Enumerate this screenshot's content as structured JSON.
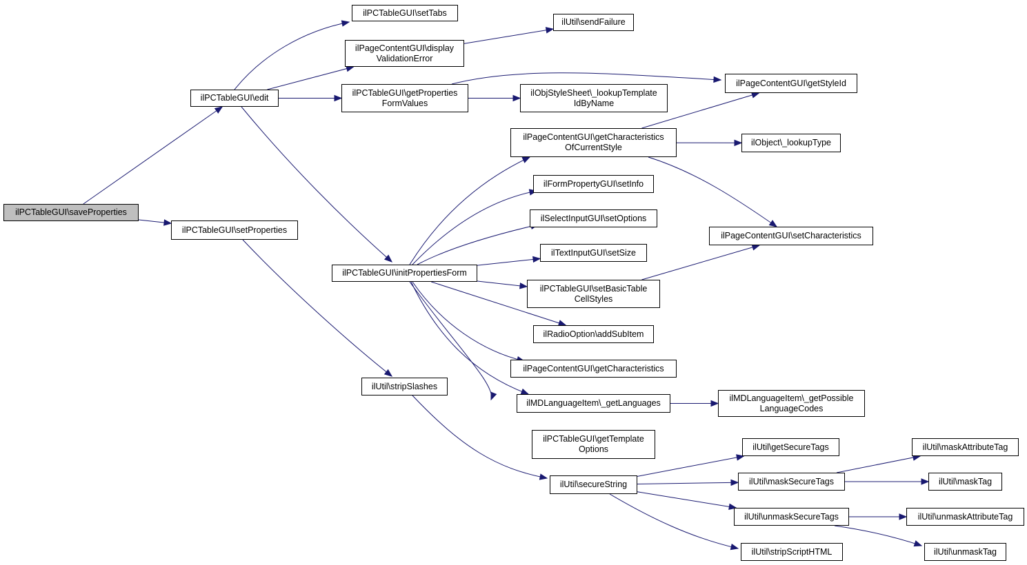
{
  "diagram": {
    "type": "call-graph",
    "colors": {
      "edge": "#191970",
      "root_fill": "#bfbfbf",
      "node_fill": "#ffffff",
      "node_border": "#000000"
    },
    "nodes": [
      {
        "id": "saveProperties",
        "label": "ilPCTableGUI\\saveProperties",
        "root": true
      },
      {
        "id": "edit",
        "label": "ilPCTableGUI\\edit"
      },
      {
        "id": "setProperties",
        "label": "ilPCTableGUI\\setProperties"
      },
      {
        "id": "setTabs",
        "label": "ilPCTableGUI\\setTabs"
      },
      {
        "id": "displayValidationError",
        "label": "ilPageContentGUI\\display\nValidationError"
      },
      {
        "id": "getPropertiesFormValues",
        "label": "ilPCTableGUI\\getProperties\nFormValues"
      },
      {
        "id": "initPropertiesForm",
        "label": "ilPCTableGUI\\initPropertiesForm"
      },
      {
        "id": "stripSlashes",
        "label": "ilUtil\\stripSlashes"
      },
      {
        "id": "sendFailure",
        "label": "ilUtil\\sendFailure"
      },
      {
        "id": "lookupTemplateIdByName",
        "label": "ilObjStyleSheet\\_lookupTemplate\nIdByName"
      },
      {
        "id": "getCharacteristicsOfCurrentStyle",
        "label": "ilPageContentGUI\\getCharacteristics\nOfCurrentStyle"
      },
      {
        "id": "setInfo",
        "label": "ilFormPropertyGUI\\setInfo"
      },
      {
        "id": "setOptions",
        "label": "ilSelectInputGUI\\setOptions"
      },
      {
        "id": "setSize",
        "label": "ilTextInputGUI\\setSize"
      },
      {
        "id": "setBasicTableCellStyles",
        "label": "ilPCTableGUI\\setBasicTable\nCellStyles"
      },
      {
        "id": "addSubItem",
        "label": "ilRadioOption\\addSubItem"
      },
      {
        "id": "getCharacteristics",
        "label": "ilPageContentGUI\\getCharacteristics"
      },
      {
        "id": "getLanguages",
        "label": "ilMDLanguageItem\\_getLanguages"
      },
      {
        "id": "getTemplateOptions",
        "label": "ilPCTableGUI\\getTemplate\nOptions"
      },
      {
        "id": "secureString",
        "label": "ilUtil\\secureString"
      },
      {
        "id": "getStyleId",
        "label": "ilPageContentGUI\\getStyleId"
      },
      {
        "id": "lookupType",
        "label": "ilObject\\_lookupType"
      },
      {
        "id": "setCharacteristics",
        "label": "ilPageContentGUI\\setCharacteristics"
      },
      {
        "id": "getPossibleLanguageCodes",
        "label": "ilMDLanguageItem\\_getPossible\nLanguageCodes"
      },
      {
        "id": "getSecureTags",
        "label": "ilUtil\\getSecureTags"
      },
      {
        "id": "maskSecureTags",
        "label": "ilUtil\\maskSecureTags"
      },
      {
        "id": "unmaskSecureTags",
        "label": "ilUtil\\unmaskSecureTags"
      },
      {
        "id": "stripScriptHTML",
        "label": "ilUtil\\stripScriptHTML"
      },
      {
        "id": "maskAttributeTag",
        "label": "ilUtil\\maskAttributeTag"
      },
      {
        "id": "maskTag",
        "label": "ilUtil\\maskTag"
      },
      {
        "id": "unmaskAttributeTag",
        "label": "ilUtil\\unmaskAttributeTag"
      },
      {
        "id": "unmaskTag",
        "label": "ilUtil\\unmaskTag"
      }
    ],
    "edges": [
      [
        "saveProperties",
        "edit"
      ],
      [
        "saveProperties",
        "setProperties"
      ],
      [
        "edit",
        "setTabs"
      ],
      [
        "edit",
        "displayValidationError"
      ],
      [
        "edit",
        "getPropertiesFormValues"
      ],
      [
        "edit",
        "initPropertiesForm"
      ],
      [
        "displayValidationError",
        "sendFailure"
      ],
      [
        "getPropertiesFormValues",
        "getStyleId"
      ],
      [
        "getPropertiesFormValues",
        "lookupTemplateIdByName"
      ],
      [
        "setProperties",
        "stripSlashes"
      ],
      [
        "initPropertiesForm",
        "getCharacteristicsOfCurrentStyle"
      ],
      [
        "initPropertiesForm",
        "setInfo"
      ],
      [
        "initPropertiesForm",
        "setOptions"
      ],
      [
        "initPropertiesForm",
        "setSize"
      ],
      [
        "initPropertiesForm",
        "setBasicTableCellStyles"
      ],
      [
        "initPropertiesForm",
        "addSubItem"
      ],
      [
        "initPropertiesForm",
        "getCharacteristics"
      ],
      [
        "initPropertiesForm",
        "getLanguages"
      ],
      [
        "initPropertiesForm",
        "getTemplateOptions"
      ],
      [
        "getCharacteristicsOfCurrentStyle",
        "getStyleId"
      ],
      [
        "getCharacteristicsOfCurrentStyle",
        "lookupType"
      ],
      [
        "getCharacteristicsOfCurrentStyle",
        "setCharacteristics"
      ],
      [
        "setBasicTableCellStyles",
        "setCharacteristics"
      ],
      [
        "getLanguages",
        "getPossibleLanguageCodes"
      ],
      [
        "stripSlashes",
        "secureString"
      ],
      [
        "secureString",
        "getSecureTags"
      ],
      [
        "secureString",
        "maskSecureTags"
      ],
      [
        "secureString",
        "unmaskSecureTags"
      ],
      [
        "secureString",
        "stripScriptHTML"
      ],
      [
        "maskSecureTags",
        "maskAttributeTag"
      ],
      [
        "maskSecureTags",
        "maskTag"
      ],
      [
        "unmaskSecureTags",
        "unmaskAttributeTag"
      ],
      [
        "unmaskSecureTags",
        "unmaskTag"
      ]
    ]
  }
}
